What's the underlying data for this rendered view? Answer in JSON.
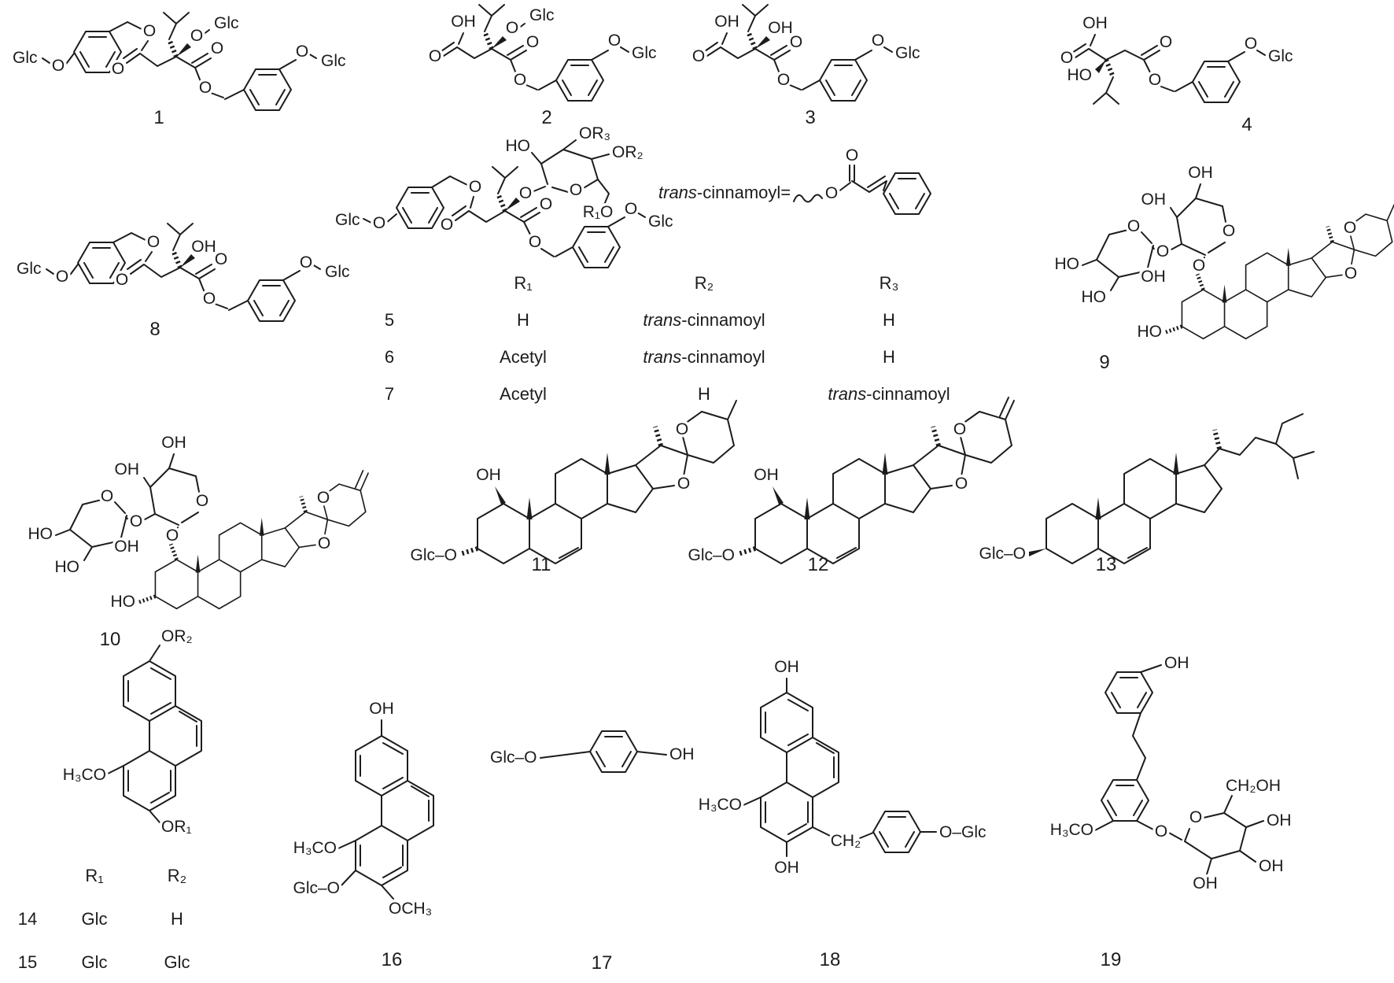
{
  "compounds": {
    "c1": {
      "number": "1",
      "atoms": [
        "Glc",
        "O",
        "O",
        "O",
        "O",
        "Glc",
        "O",
        "O",
        "O",
        "Glc"
      ]
    },
    "c2": {
      "number": "2",
      "atoms": [
        "OH",
        "O",
        "O",
        "Glc",
        "O",
        "O",
        "O",
        "Glc"
      ]
    },
    "c3": {
      "number": "3",
      "atoms": [
        "OH",
        "O",
        "OH",
        "O",
        "O",
        "O",
        "Glc"
      ]
    },
    "c4": {
      "number": "4",
      "atoms": [
        "OH",
        "O",
        "HO",
        "O",
        "O",
        "O",
        "Glc"
      ]
    },
    "c5_7": {
      "atoms": [
        "Glc",
        "O",
        "O",
        "O",
        "HO",
        "OR₃",
        "OR₂",
        "O",
        "R₁O",
        "O",
        "O",
        "O",
        "O",
        "Glc"
      ]
    },
    "c8": {
      "number": "8",
      "atoms": [
        "Glc",
        "O",
        "O",
        "O",
        "OH",
        "O",
        "O",
        "O",
        "Glc"
      ]
    },
    "c9": {
      "number": "9",
      "atoms": [
        "OH",
        "OH",
        "O",
        "O",
        "HO",
        "HO",
        "OH",
        "O",
        "O",
        "HO",
        "O",
        "O"
      ]
    },
    "c10": {
      "number": "10",
      "atoms": [
        "OH",
        "OH",
        "O",
        "O",
        "HO",
        "HO",
        "OH",
        "O",
        "O",
        "HO",
        "O",
        "O"
      ]
    },
    "c11": {
      "number": "11",
      "atoms": [
        "OH",
        "Glc–O",
        "O",
        "O"
      ]
    },
    "c12": {
      "number": "12",
      "atoms": [
        "OH",
        "Glc–O",
        "O",
        "O"
      ]
    },
    "c13": {
      "number": "13",
      "atoms": [
        "Glc–O"
      ]
    },
    "c14_15": {
      "atoms": [
        "OR₂",
        "H₃CO",
        "OR₁"
      ]
    },
    "c16": {
      "number": "16",
      "atoms": [
        "OH",
        "H₃CO",
        "Glc–O",
        "OCH₃"
      ]
    },
    "c17": {
      "number": "17",
      "atoms": [
        "Glc–O",
        "OH"
      ]
    },
    "c18": {
      "number": "18",
      "atoms": [
        "OH",
        "H₃CO",
        "OH",
        "CH₂",
        "O–Glc"
      ]
    },
    "c19": {
      "number": "19",
      "atoms": [
        "OH",
        "H₃CO",
        "O",
        "O",
        "CH₂OH",
        "OH",
        "OH",
        "OH"
      ]
    }
  },
  "cinnamoyl": {
    "def": {
      "italic": "trans",
      "rest": "-cinnamoyl="
    },
    "atoms": [
      "O",
      "O"
    ]
  },
  "tables": {
    "t567": {
      "headers": [
        "R₁",
        "R₂",
        "R₃"
      ],
      "rows": [
        {
          "num": "5",
          "r1": {
            "italic": "",
            "rest": "H"
          },
          "r2": {
            "italic": "trans",
            "rest": "-cinnamoyl"
          },
          "r3": {
            "italic": "",
            "rest": "H"
          }
        },
        {
          "num": "6",
          "r1": {
            "italic": "",
            "rest": "Acetyl"
          },
          "r2": {
            "italic": "trans",
            "rest": "-cinnamoyl"
          },
          "r3": {
            "italic": "",
            "rest": "H"
          }
        },
        {
          "num": "7",
          "r1": {
            "italic": "",
            "rest": "Acetyl"
          },
          "r2": {
            "italic": "",
            "rest": "H"
          },
          "r3": {
            "italic": "trans",
            "rest": "-cinnamoyl"
          }
        }
      ]
    },
    "t1415": {
      "headers": [
        "R₁",
        "R₂"
      ],
      "rows": [
        {
          "num": "14",
          "r1": "Glc",
          "r2": "H"
        },
        {
          "num": "15",
          "r1": "Glc",
          "r2": "Glc"
        }
      ]
    }
  }
}
